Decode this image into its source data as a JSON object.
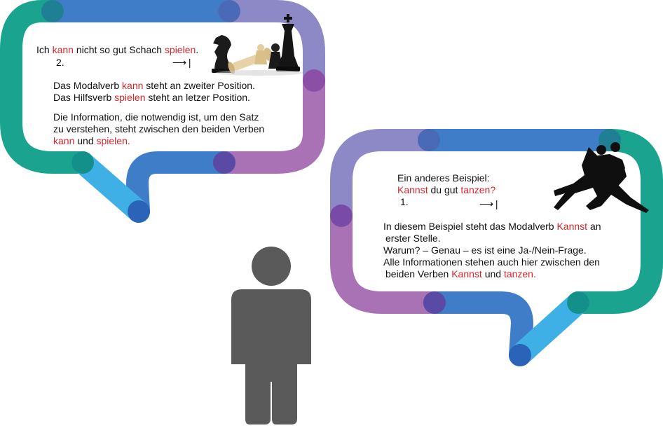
{
  "left_bubble": {
    "sentence": {
      "w1": "Ich",
      "modal": "kann",
      "w2": "nicht so gut Schach",
      "main": "spielen",
      "end": "."
    },
    "position": "2.",
    "line1": {
      "a": "Das Modalverb",
      "b": "kann",
      "c": "steht an zweiter Position."
    },
    "line2": {
      "a": "Das Hilfsverb",
      "b": "spielen",
      "c": "steht an letzer Position."
    },
    "para": {
      "l1": "Die Information, die notwendig ist, um den Satz",
      "l2": "zu verstehen, steht zwischen den beiden Verben",
      "v1": "kann",
      "und": "und",
      "v2": "spielen."
    }
  },
  "right_bubble": {
    "intro": "Ein anderes Beispiel:",
    "question": {
      "modal": "Kannst",
      "mid": "du gut",
      "main": "tanzen?"
    },
    "position": "1.",
    "p1": {
      "a": "In diesem Beispiel steht das Modalverb",
      "b": "Kannst",
      "c": "an"
    },
    "p2": "erster Stelle.",
    "p3": "Warum? – Genau – es ist eine Ja-/Nein-Frage.",
    "p4": "Alle Informationen stehen auch hier zwischen den",
    "p5": {
      "a": "beiden Verben",
      "b": "Kannst",
      "c": "und",
      "d": "tanzen."
    }
  },
  "colors": {
    "teal": "#1aa38f",
    "blue": "#3f7dc8",
    "lavender": "#8c89c6",
    "mauve": "#a872b4",
    "sky": "#3fb0e6",
    "red_text": "#d6262b",
    "person": "#5a5a5a"
  },
  "icons": [
    "chess-pieces-icon",
    "dancers-silhouette-icon",
    "person-icon"
  ]
}
